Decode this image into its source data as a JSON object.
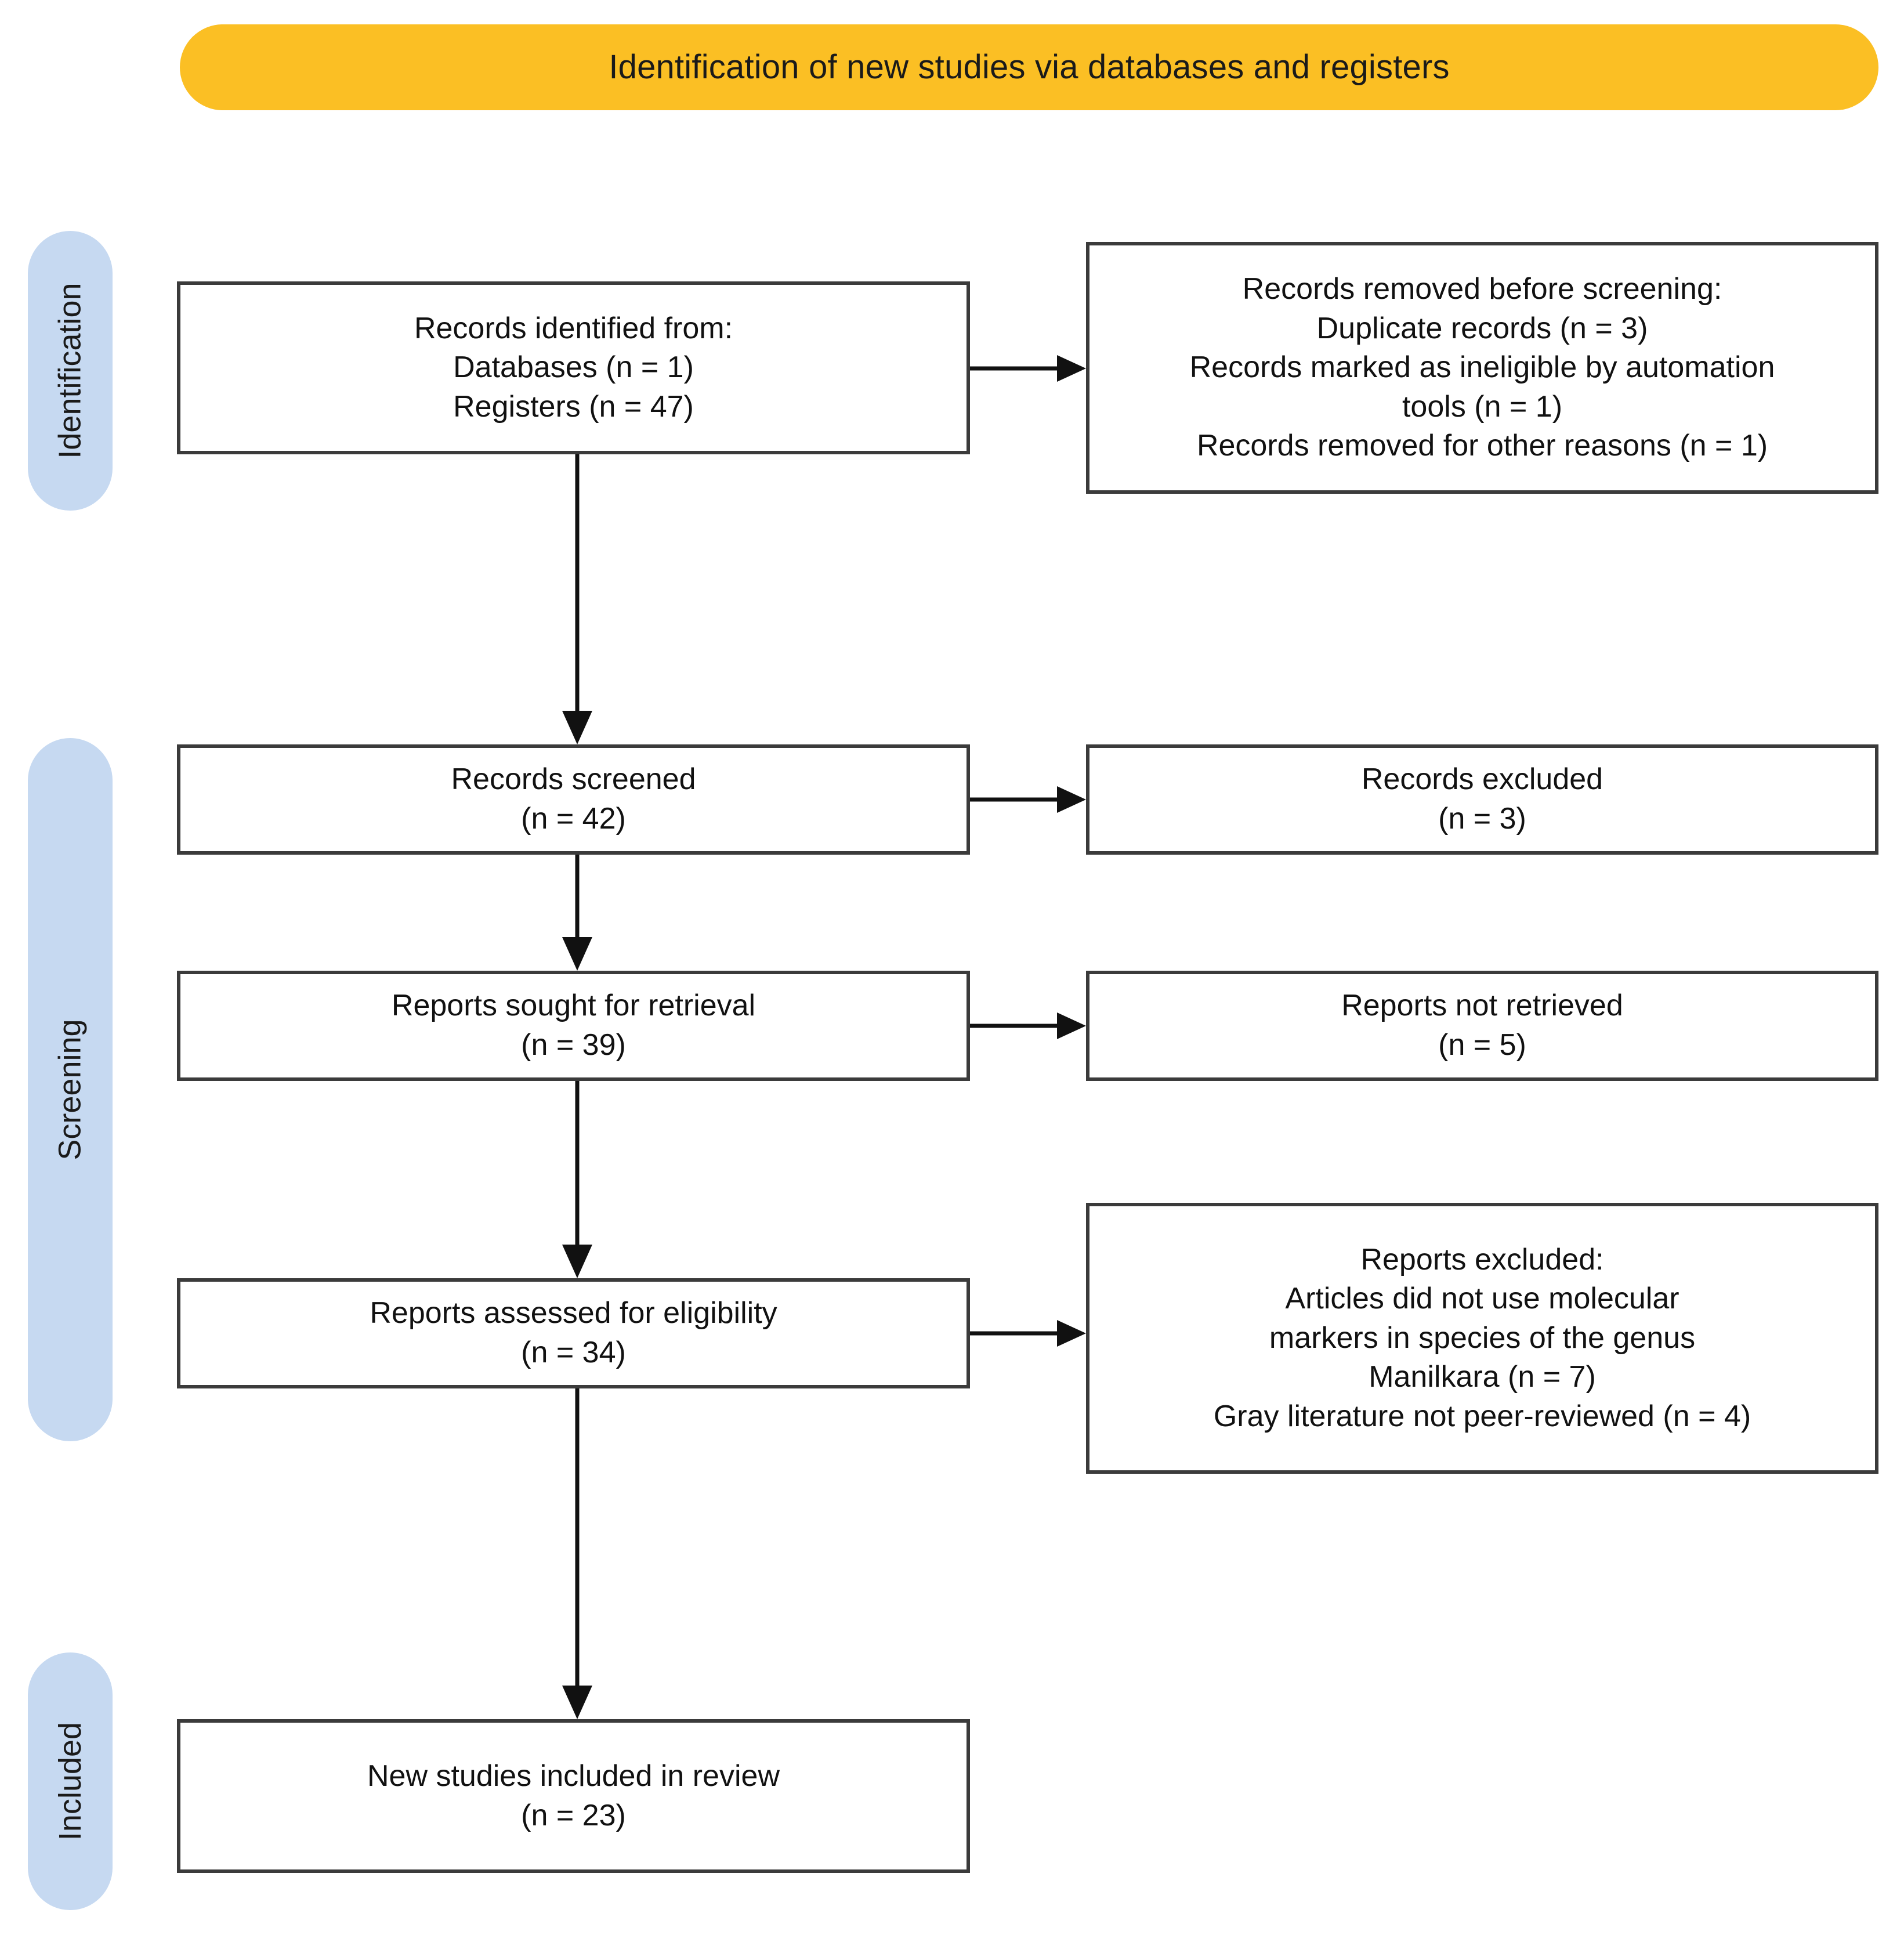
{
  "header": {
    "title": "Identification of new studies via databases and registers",
    "background_color": "#FBBF24"
  },
  "stages": [
    {
      "id": "identification",
      "label": "Identification",
      "background_color": "#C6D9F1"
    },
    {
      "id": "screening",
      "label": "Screening",
      "background_color": "#C6D9F1"
    },
    {
      "id": "included",
      "label": "Included",
      "background_color": "#C6D9F1"
    }
  ],
  "nodes": {
    "identified": {
      "text": "Records identified from:\nDatabases (n = 1)\nRegisters (n = 47)"
    },
    "removed": {
      "text": "Records removed before screening:\nDuplicate records (n = 3)\nRecords marked as ineligible by automation\ntools (n = 1)\nRecords removed for other reasons (n = 1)"
    },
    "screened": {
      "text": "Records screened\n(n = 42)"
    },
    "excl_records": {
      "text": "Records excluded\n(n = 3)"
    },
    "sought": {
      "text": "Reports sought for retrieval\n(n = 39)"
    },
    "not_retrieved": {
      "text": "Reports not retrieved\n(n = 5)"
    },
    "assessed": {
      "text": "Reports assessed for eligibility\n(n = 34)"
    },
    "excl_reports": {
      "text": "Reports excluded:\nArticles did not use molecular\nmarkers in species of the genus\nManilkara (n = 7)\nGray literature not peer-reviewed (n = 4)"
    },
    "included": {
      "text": "New studies included in review\n(n = 23)"
    }
  },
  "counts": {
    "databases": 1,
    "registers": 47,
    "duplicate_records": 3,
    "ineligible_automation_tools": 1,
    "removed_other_reasons": 1,
    "records_screened": 42,
    "records_excluded": 3,
    "reports_sought": 39,
    "reports_not_retrieved": 5,
    "reports_assessed": 34,
    "excluded_no_molecular_markers": 7,
    "excluded_gray_literature": 4,
    "new_studies_included": 23
  },
  "colors": {
    "box_border": "#3B3B3B",
    "connector": "#111111",
    "banner": "#FBBF24",
    "stage_pill": "#C6D9F1"
  }
}
